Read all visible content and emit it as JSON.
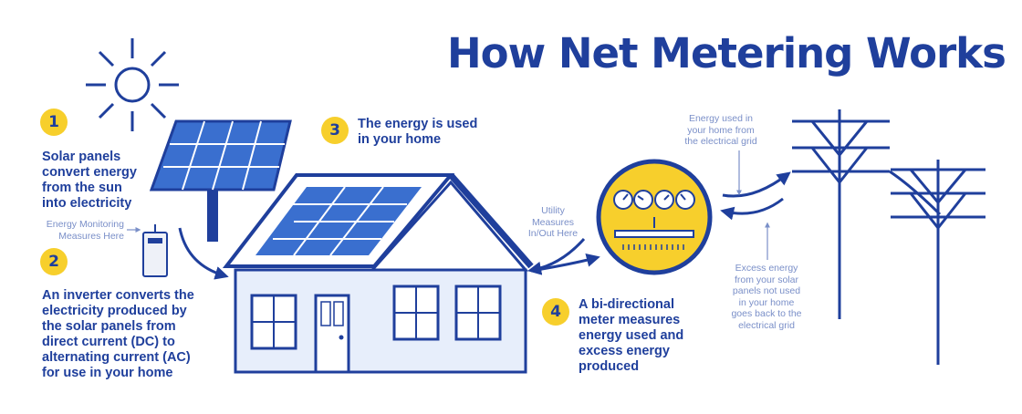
{
  "title": "How Net Metering Works",
  "colors": {
    "navy": "#1f3f9c",
    "yellow": "#f7cf2c",
    "panel_blue": "#3a6fcf",
    "light_blue": "#e7eefb",
    "note": "#7a8fc8"
  },
  "steps": [
    {
      "number": "1",
      "text": "Solar panels\nconvert energy\nfrom the sun\ninto electricity"
    },
    {
      "number": "2",
      "text": "An inverter converts the\nelectricity produced by\nthe solar panels from\ndirect current (DC) to\nalternating current (AC)\nfor use in your home"
    },
    {
      "number": "3",
      "text": "The energy is used\nin your home"
    },
    {
      "number": "4",
      "text": "A bi-directional\nmeter measures\nenergy used and\nexcess energy\nproduced"
    }
  ],
  "notes": {
    "monitoring": "Energy Monitoring\nMeasures Here",
    "utility": "Utility\nMeasures\nIn/Out Here",
    "grid_in": "Energy used in\nyour home from\nthe electrical grid",
    "grid_out": "Excess energy\nfrom your solar\npanels not used\nin your home\ngoes back to the\nelectrical grid"
  },
  "icons": [
    "sun-icon",
    "solar-panel-icon",
    "inverter-icon",
    "house-icon",
    "electric-meter-icon",
    "power-pole-icon"
  ]
}
